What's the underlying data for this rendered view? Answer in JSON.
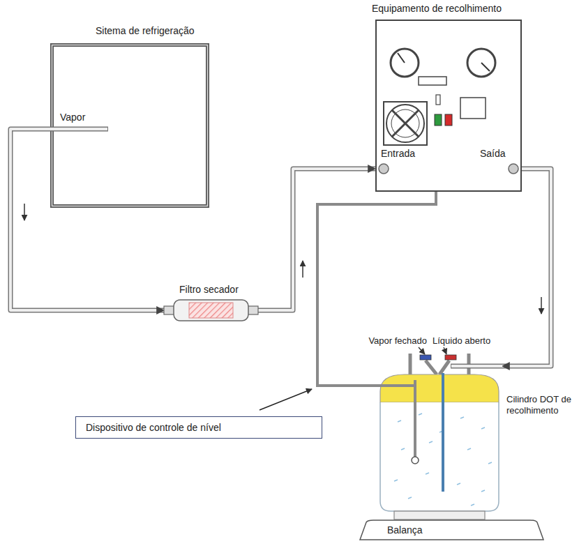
{
  "diagram": {
    "nodes": [
      {
        "text": [
          "Sitema de refrigeração",
          "Vapor"
        ]
      },
      {
        "text": [
          "Equipamento de recolhimento",
          "Entrada",
          "Saída"
        ]
      },
      {
        "text": [
          "Filtro secador"
        ]
      },
      {
        "text": [
          "Dispositivo de controle de nível"
        ]
      },
      {
        "text": [
          "Cilindro DOT de recolhimento"
        ]
      },
      {
        "text": [
          "Balança"
        ]
      }
    ],
    "edges": [
      {
        "from": 0,
        "to": 2,
        "arrow": "to"
      },
      {
        "from": 2,
        "to": 1,
        "arrow": "to"
      },
      {
        "from": 1,
        "to": 4,
        "arrow": "to"
      },
      {
        "from": 1,
        "to": 4,
        "arrow": "none"
      }
    ],
    "labels": [
      "Vapor fechado",
      "Líquido aberto"
    ]
  }
}
